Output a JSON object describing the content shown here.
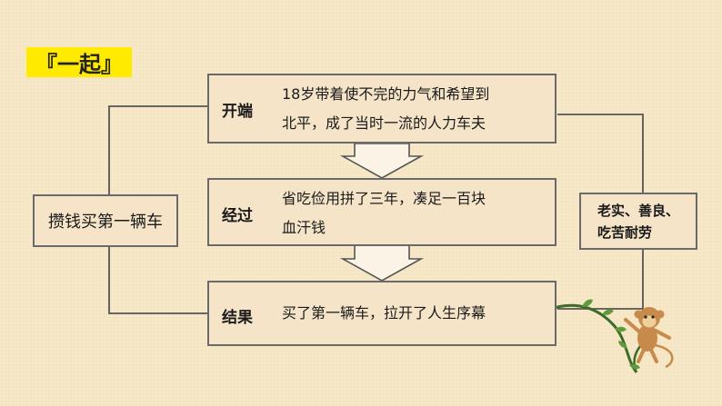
{
  "section_tag": "『一起』",
  "left_box": "攒钱买第一辆车",
  "stages": [
    {
      "label": "开端",
      "lines": [
        "18岁带着使不完的力气和希望到",
        "北平，成了当时一流的人力车夫"
      ]
    },
    {
      "label": "经过",
      "lines": [
        "省吃俭用拼了三年，凑足一百块",
        "血汗钱"
      ]
    },
    {
      "label": "结果",
      "lines": [
        "买了第一辆车，拉开了人生序幕"
      ]
    }
  ],
  "right_box": {
    "lines": [
      "老实、善良、",
      "吃苦耐劳"
    ]
  },
  "decoration": "monkey-on-vine",
  "colors": {
    "background": "#f6e7c6",
    "tag_highlight": "#ffea00",
    "box_fill": "#f5e4c8",
    "box_border": "#6a6a6a",
    "arrow_fill": "#fbf3e5",
    "monkey": "#c78a4a"
  }
}
